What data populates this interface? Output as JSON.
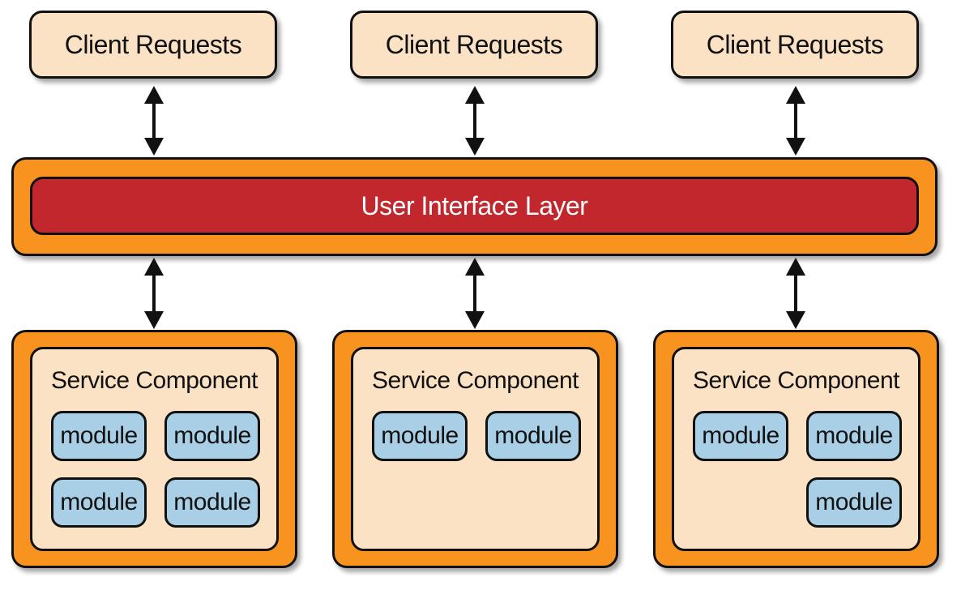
{
  "clients": [
    {
      "label": "Client Requests"
    },
    {
      "label": "Client Requests"
    },
    {
      "label": "Client Requests"
    }
  ],
  "ui_layer": {
    "label": "User Interface Layer"
  },
  "services": [
    {
      "title": "Service Component",
      "modules": [
        "module",
        "module",
        "module",
        "module"
      ]
    },
    {
      "title": "Service Component",
      "modules": [
        "module",
        "module"
      ]
    },
    {
      "title": "Service Component",
      "modules": [
        "module",
        "module",
        "module"
      ]
    }
  ],
  "colors": {
    "client_fill": "#fbe2c4",
    "outer_orange": "#f7931e",
    "ui_red": "#c1272d",
    "module_blue": "#a9cfe6",
    "outline": "#111111"
  }
}
